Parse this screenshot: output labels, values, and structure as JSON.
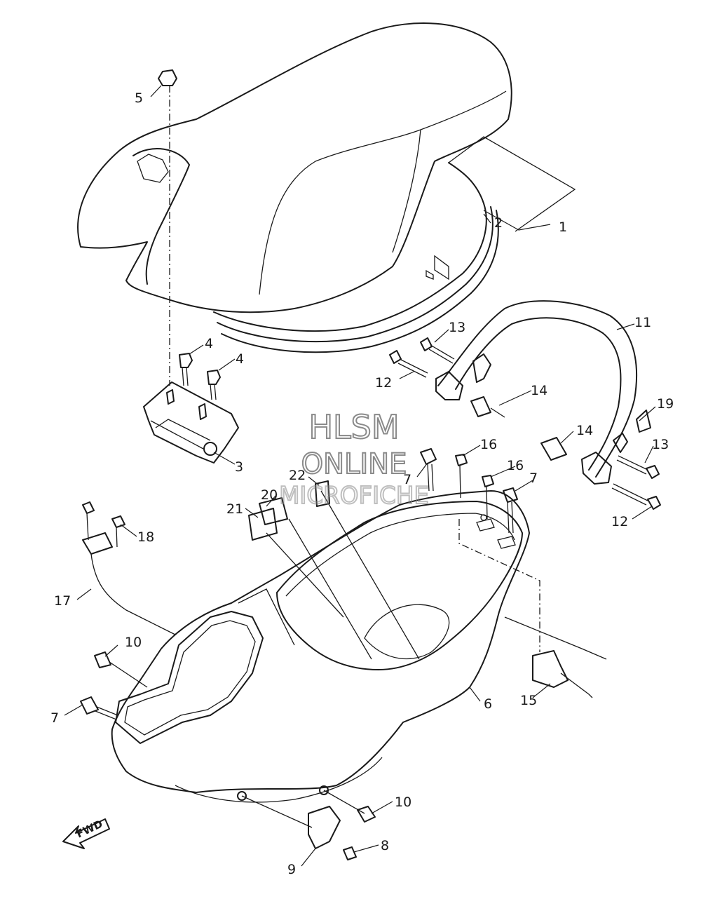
{
  "watermark": {
    "line1": "HLSM",
    "line2": "ONLINE",
    "line3": "MICROFICHE"
  },
  "direction_label": "FWD",
  "callouts": [
    {
      "id": "c1",
      "text": "1"
    },
    {
      "id": "c2",
      "text": "2"
    },
    {
      "id": "c3",
      "text": "3"
    },
    {
      "id": "c4a",
      "text": "4"
    },
    {
      "id": "c4b",
      "text": "4"
    },
    {
      "id": "c5",
      "text": "5"
    },
    {
      "id": "c6",
      "text": "6"
    },
    {
      "id": "c7a",
      "text": "7"
    },
    {
      "id": "c7b",
      "text": "7"
    },
    {
      "id": "c7c",
      "text": "7"
    },
    {
      "id": "c8",
      "text": "8"
    },
    {
      "id": "c9",
      "text": "9"
    },
    {
      "id": "c10a",
      "text": "10"
    },
    {
      "id": "c10b",
      "text": "10"
    },
    {
      "id": "c11",
      "text": "11"
    },
    {
      "id": "c12a",
      "text": "12"
    },
    {
      "id": "c12b",
      "text": "12"
    },
    {
      "id": "c13a",
      "text": "13"
    },
    {
      "id": "c13b",
      "text": "13"
    },
    {
      "id": "c14a",
      "text": "14"
    },
    {
      "id": "c14b",
      "text": "14"
    },
    {
      "id": "c15",
      "text": "15"
    },
    {
      "id": "c16a",
      "text": "16"
    },
    {
      "id": "c16b",
      "text": "16"
    },
    {
      "id": "c17",
      "text": "17"
    },
    {
      "id": "c18",
      "text": "18"
    },
    {
      "id": "c19",
      "text": "19"
    },
    {
      "id": "c20",
      "text": "20"
    },
    {
      "id": "c21",
      "text": "21"
    },
    {
      "id": "c22",
      "text": "22"
    }
  ]
}
